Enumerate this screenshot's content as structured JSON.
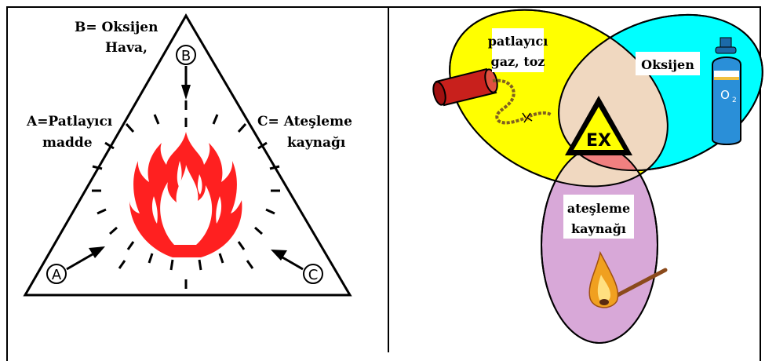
{
  "left_panel": {
    "label_b_line1": "B= Oksijen",
    "label_b_line2": "Hava,",
    "label_a_line1": "A=Patlayıcı",
    "label_a_line2": "madde",
    "label_c_line1": "C= Ateşleme",
    "label_c_line2": "kaynağı",
    "marker_a": "A",
    "marker_b": "B",
    "marker_c": "C"
  },
  "right_panel": {
    "explosive_line1": "patlayıcı",
    "explosive_line2": "gaz, toz",
    "oxygen_label": "Oksijen",
    "ignition_line1": "ateşleme",
    "ignition_line2": "kaynağı",
    "ex_sign": "EX",
    "cylinder_label": "O",
    "cylinder_subscript": "2"
  },
  "colors": {
    "yellow_ellipse": "#ffff00",
    "cyan_ellipse": "#00ffff",
    "violet_ellipse": "#d8a8d8",
    "center_red": "#f08080",
    "overlap_beige": "#f0d8c0",
    "flame_red": "#ff2020",
    "cylinder_blue": "#2a8fd8"
  }
}
